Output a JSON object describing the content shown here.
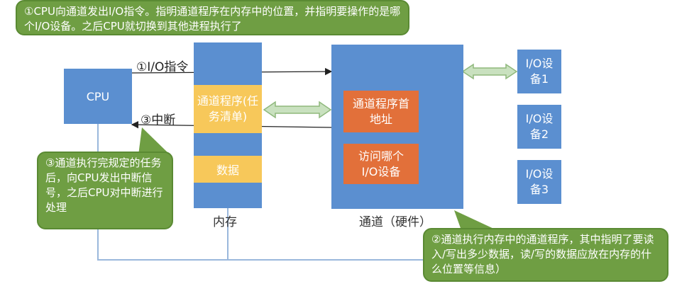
{
  "callouts": {
    "top": "①CPU向通道发出I/O指令。指明通道程序在内存中的位置，并指明要操作的是哪个I/O设备。之后CPU就切换到其他进程执行了",
    "left": "③通道执行完规定的任务后，向CPU发出中断信号，之后CPU对中断进行处理",
    "bottom": "②通道执行内存中的通道程序，其中指明了要读入/写出多少数据，读/写的数据应放在内存的什么位置等信息）"
  },
  "cpu": {
    "label": "CPU"
  },
  "memory": {
    "caption": "内存",
    "channel_program": "通道程序(任务清单)",
    "data": "数据"
  },
  "channel": {
    "caption": "通道（硬件）",
    "program_addr": "通道程序首地址",
    "which_device": "访问哪个I/O设备"
  },
  "devices": [
    "I/O设备1",
    "I/O设备2",
    "I/O设备3"
  ],
  "arrows": {
    "io_instruction": "①I/O指令",
    "interrupt": "③中断"
  },
  "colors": {
    "blue": "#5b8fd0",
    "orange": "#e2703a",
    "yellow": "#f7c85a",
    "green": "#6f9e43",
    "bus_line": "#9ab8dc"
  }
}
